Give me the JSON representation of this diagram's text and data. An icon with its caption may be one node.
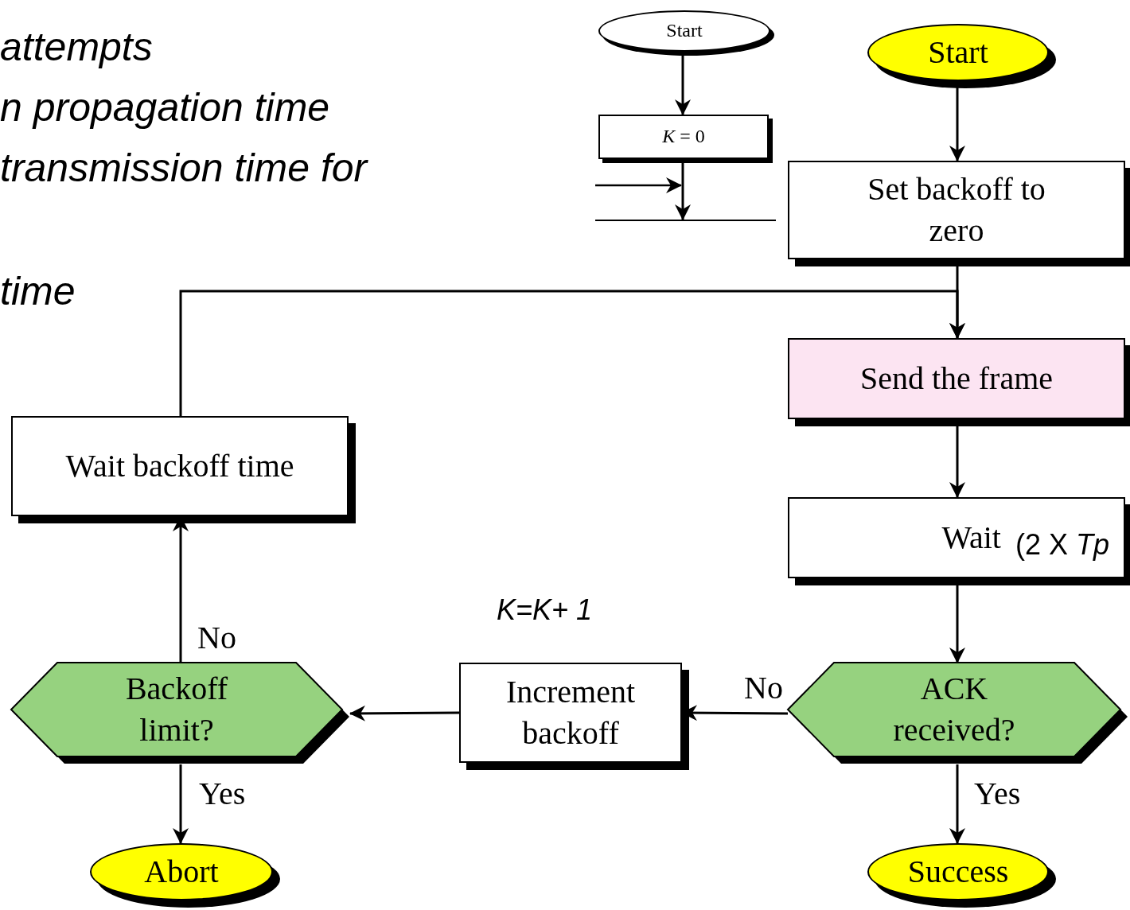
{
  "diagram": {
    "nodes": [
      {
        "text": [
          "Start"
        ]
      },
      {
        "text": [
          "*K* = 0"
        ]
      },
      {
        "text": [
          "Start"
        ]
      },
      {
        "text": [
          "Set backoff to zero"
        ]
      },
      {
        "text": [
          "Send the frame"
        ]
      },
      {
        "text": [
          "Wait",
          "(2 X *Tp*"
        ]
      },
      {
        "text": [
          "ACK received?"
        ]
      },
      {
        "text": [
          "Success"
        ]
      },
      {
        "text": [
          "Increment backoff"
        ]
      },
      {
        "text": [
          "Backoff limit?"
        ]
      },
      {
        "text": [
          "Abort"
        ]
      },
      {
        "text": [
          "Wait backoff time"
        ]
      }
    ],
    "edges": [
      {
        "from": 0,
        "to": 1,
        "arrow": "to"
      },
      {
        "from": 1,
        "to": null,
        "arrow": "to"
      },
      {
        "from": 2,
        "to": 3,
        "arrow": "to"
      },
      {
        "from": 3,
        "to": 4,
        "arrow": "to"
      },
      {
        "from": 4,
        "to": 5,
        "arrow": "to"
      },
      {
        "from": 5,
        "to": 6,
        "arrow": "to"
      },
      {
        "from": 6,
        "to": 7,
        "arrow": "to",
        "label": "Yes"
      },
      {
        "from": 6,
        "to": 8,
        "arrow": "to",
        "label": "No"
      },
      {
        "from": 8,
        "to": 9,
        "arrow": "to"
      },
      {
        "from": 9,
        "to": 10,
        "arrow": "to",
        "label": "Yes"
      },
      {
        "from": 9,
        "to": 11,
        "arrow": "to",
        "label": "No"
      },
      {
        "from": 11,
        "to": 4,
        "arrow": "to"
      }
    ],
    "labels": [
      "attempts",
      "n propagation time",
      "transmission time for",
      "time",
      "K=K+ 1"
    ]
  }
}
